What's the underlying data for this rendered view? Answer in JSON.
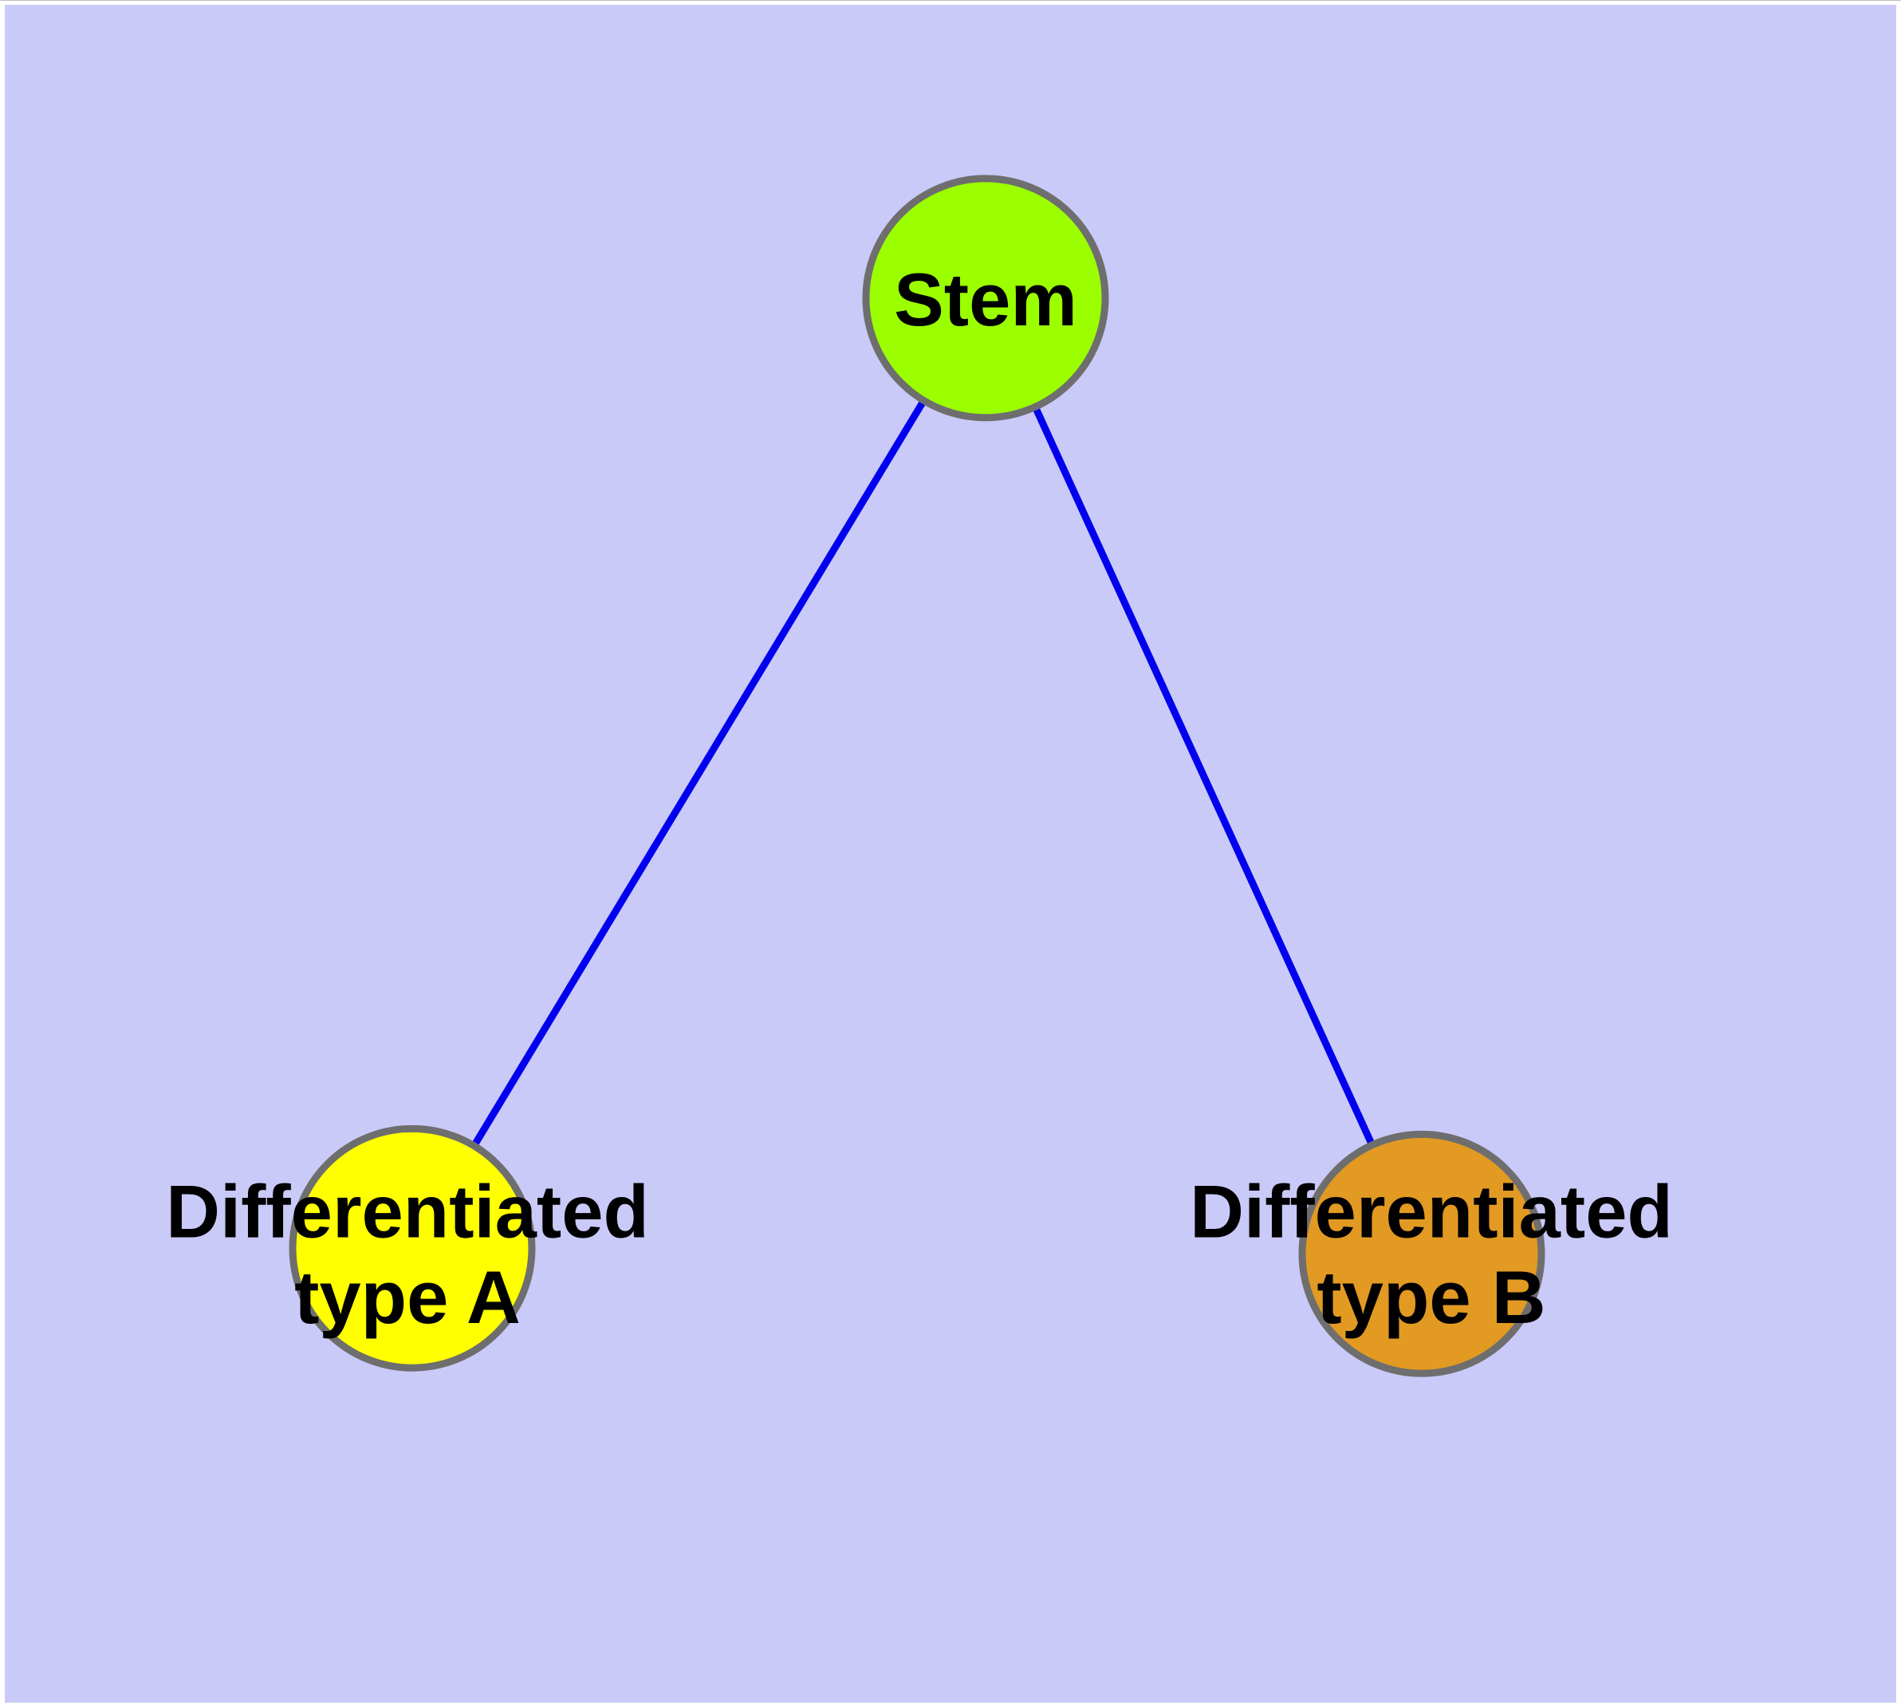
{
  "diagram": {
    "background_color": "#CACAF9",
    "frame_color": "#FFFFFF",
    "edge_color": "#0000EE",
    "node_border_color": "#6E6E6E",
    "text_color": "#000000",
    "nodes": [
      {
        "id": "stem",
        "label": "Stem",
        "fill": "#9BFF00"
      },
      {
        "id": "differentiated-type-a",
        "label_line1": "Differentiated",
        "label_line2": "type A",
        "fill": "#FFFF00"
      },
      {
        "id": "differentiated-type-b",
        "label_line1": "Differentiated",
        "label_line2": "type B",
        "fill": "#E29A22"
      }
    ],
    "edges": [
      {
        "from": "Stem",
        "to": "Differentiated type A"
      },
      {
        "from": "Stem",
        "to": "Differentiated type B"
      }
    ]
  }
}
